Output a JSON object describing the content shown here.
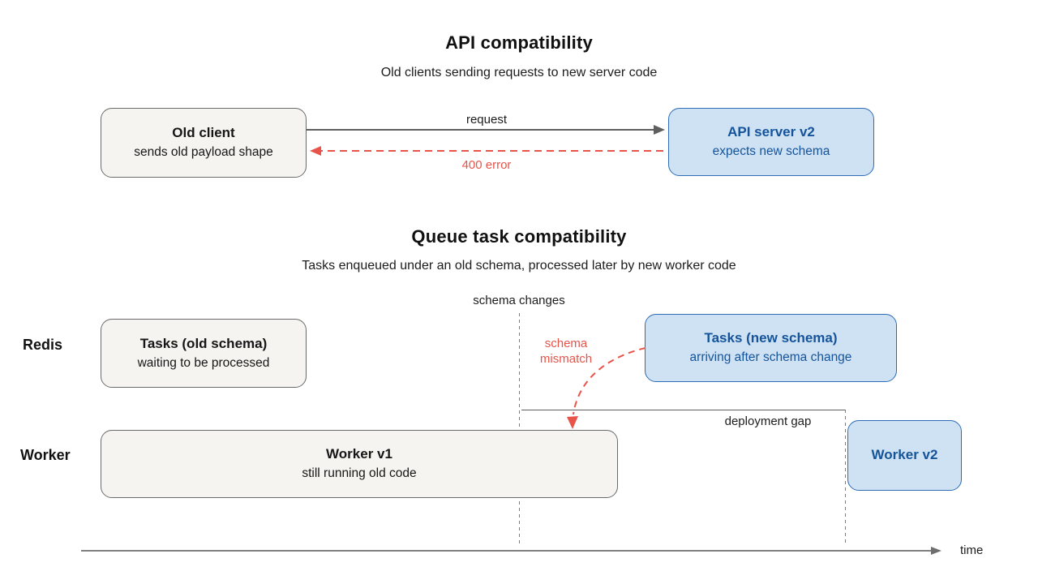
{
  "colors": {
    "background": "#ffffff",
    "accent_red": "#e8544a",
    "blue_text": "#15549a",
    "blue_border": "#2e6cb4",
    "blue_fill": "#cfe2f3",
    "gray_fill": "#f5f4f1",
    "gray_border": "#6b6b6b",
    "arrow_gray": "#5f5f5f",
    "dashed_line_gray": "#7d7d7d",
    "text_dark": "#111111"
  },
  "api_section": {
    "title": "API compatibility",
    "subtitle": "Old clients sending requests to new server code",
    "old_client": {
      "title": "Old client",
      "subtitle": "sends old payload shape"
    },
    "api_server": {
      "title": "API server v2",
      "subtitle": "expects new schema"
    },
    "request_label": "request",
    "error_label": "400 error"
  },
  "queue_section": {
    "title": "Queue task compatibility",
    "subtitle": "Tasks enqueued under an old schema, processed later by new worker code",
    "schema_changes_label": "schema changes",
    "schema_mismatch_line1": "schema",
    "schema_mismatch_line2": "mismatch",
    "deployment_gap_label": "deployment gap",
    "row_labels": {
      "redis": "Redis",
      "worker": "Worker"
    },
    "tasks_old": {
      "title": "Tasks (old schema)",
      "subtitle": "waiting to be processed"
    },
    "tasks_new": {
      "title": "Tasks (new schema)",
      "subtitle": "arriving after schema change"
    },
    "worker_v1": {
      "title": "Worker v1",
      "subtitle": "still running old code"
    },
    "worker_v2": {
      "title": "Worker v2"
    },
    "time_label": "time"
  }
}
